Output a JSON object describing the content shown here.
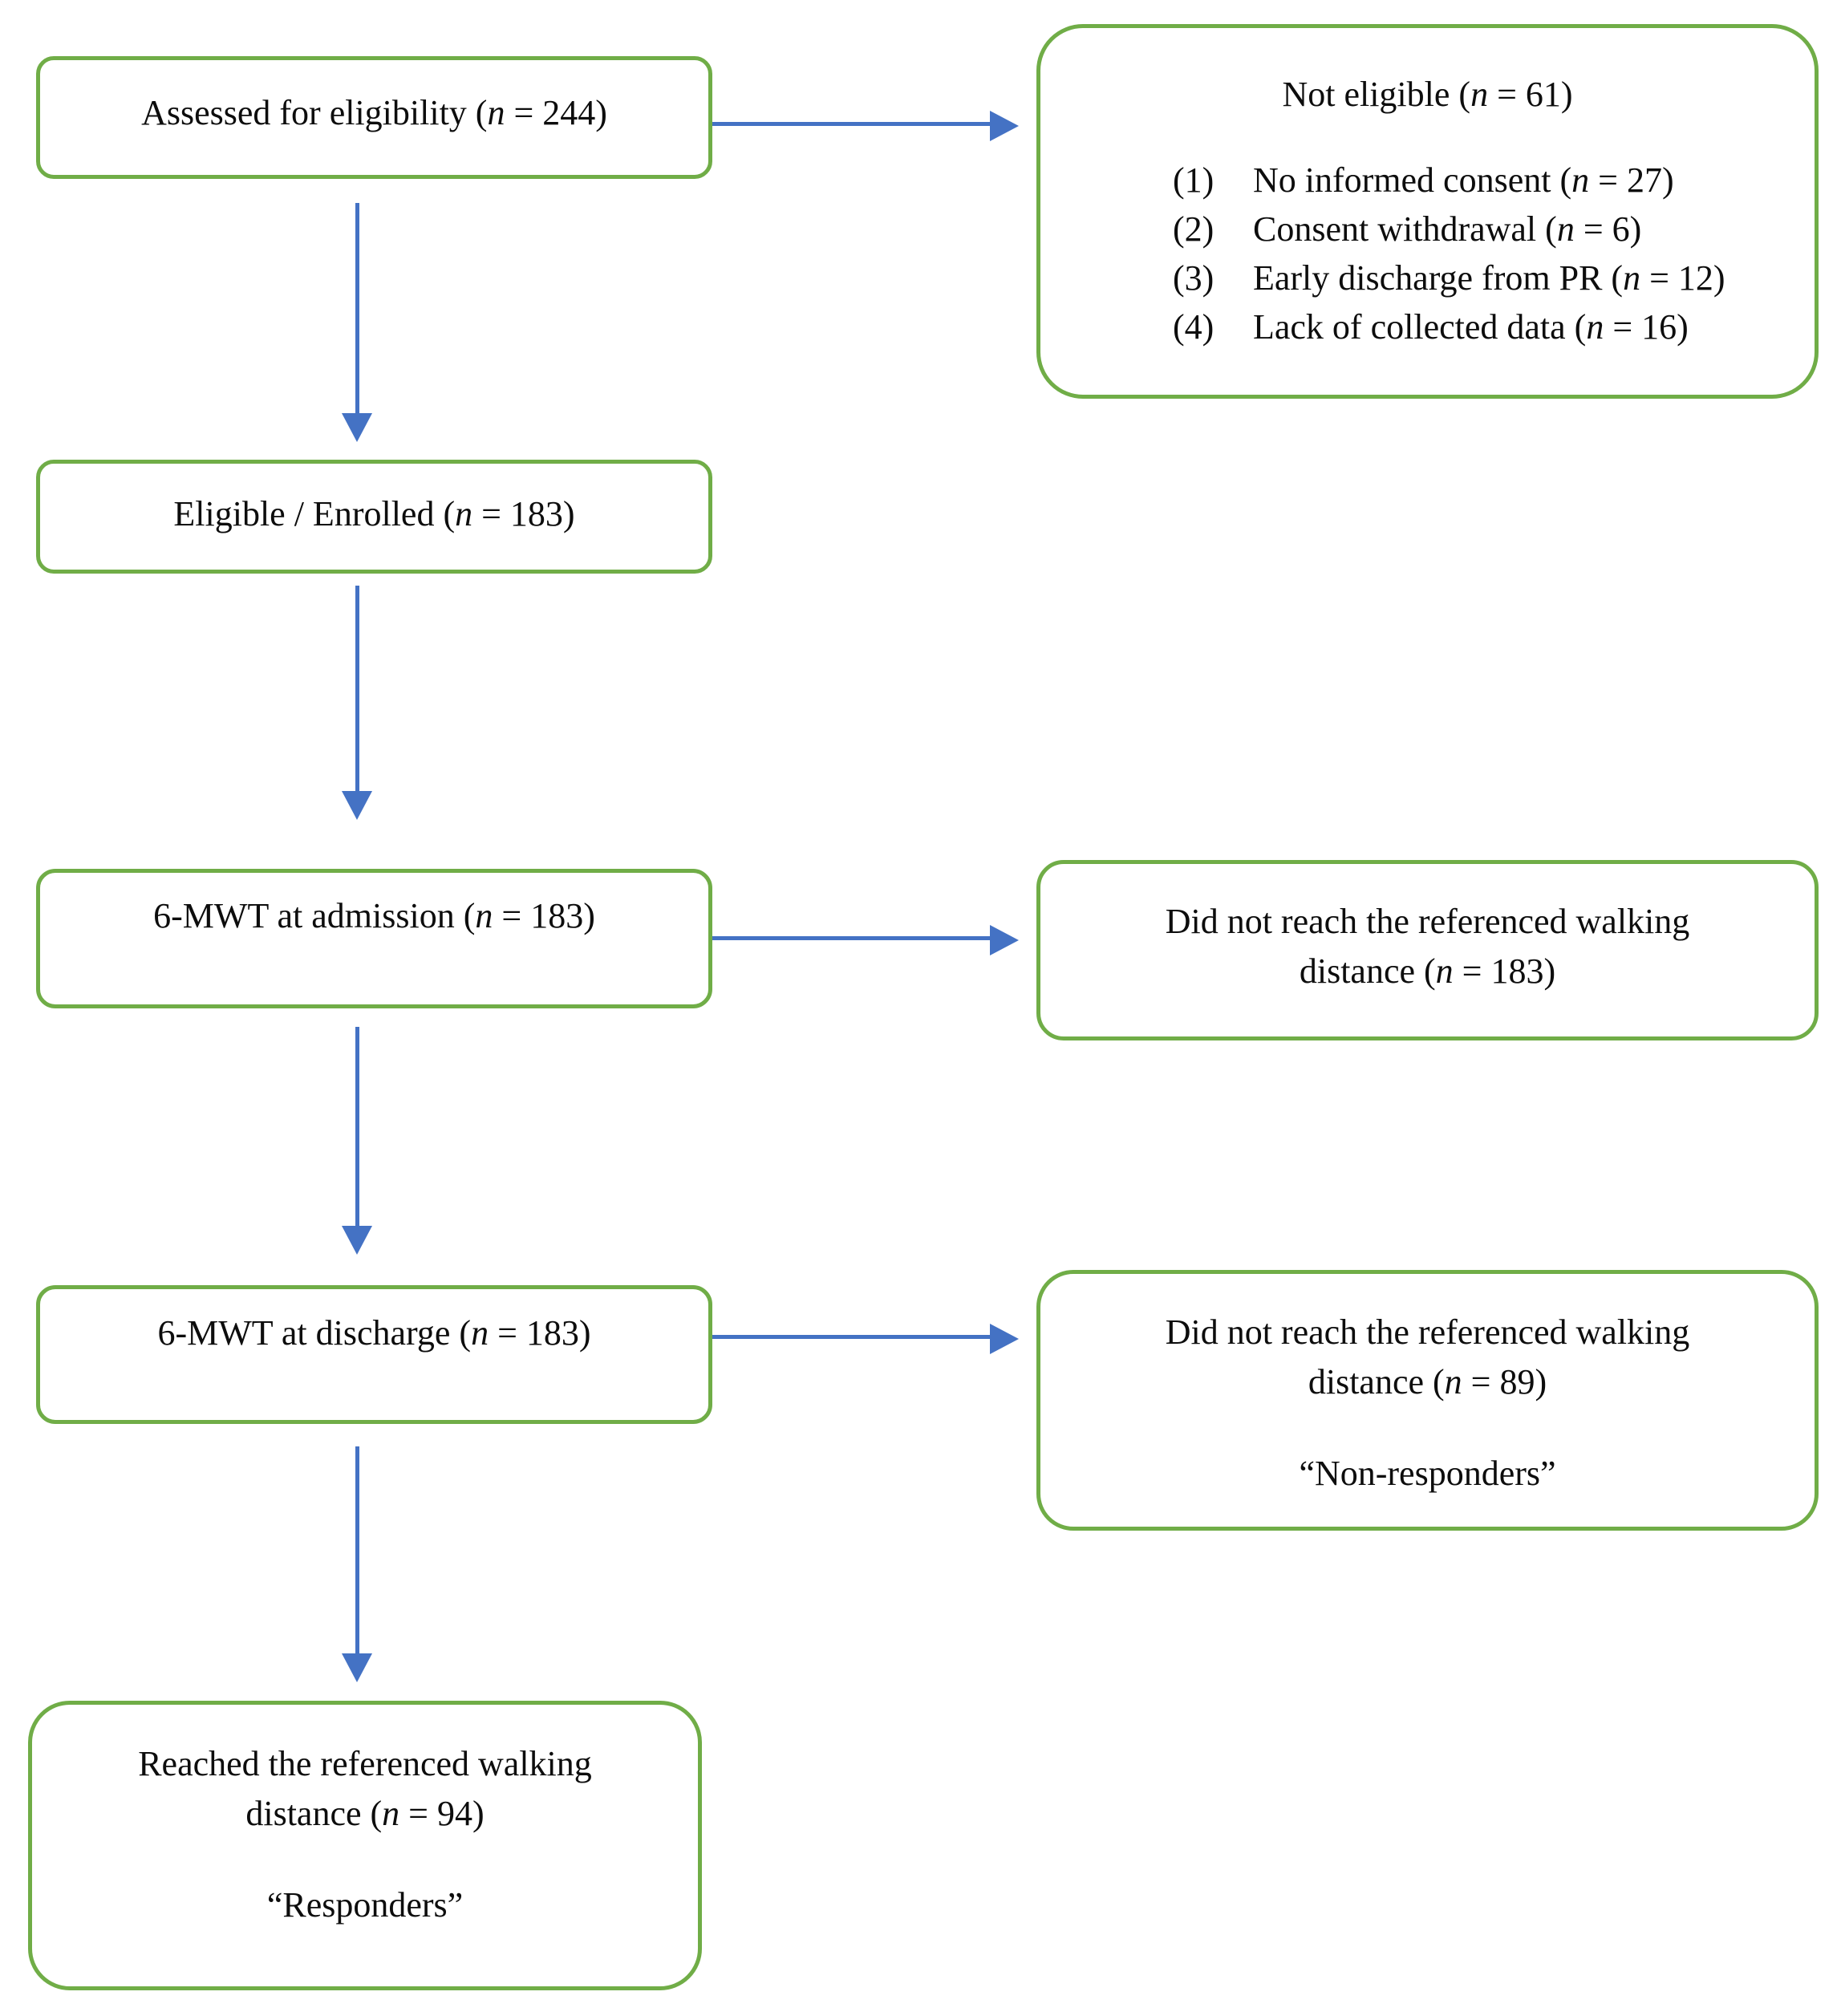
{
  "colors": {
    "border_green": "#70AD47",
    "arrow_blue": "#4472C4",
    "text": "#0d0d0d",
    "background": "#ffffff"
  },
  "nodes": {
    "assessed": {
      "pre": "Assessed for eligibility (",
      "var": "n",
      "post": " = 244)"
    },
    "not_eligible": {
      "title_pre": "Not eligible (",
      "title_var": "n",
      "title_post": " = 61)",
      "items": [
        {
          "num": "(1)",
          "pre": "No informed consent (",
          "var": "n",
          "post": " = 27)"
        },
        {
          "num": "(2)",
          "pre": "Consent withdrawal (",
          "var": "n",
          "post": " = 6)"
        },
        {
          "num": "(3)",
          "pre": "Early discharge from PR (",
          "var": "n",
          "post": " = 12)"
        },
        {
          "num": "(4)",
          "pre": "Lack of collected data (",
          "var": "n",
          "post": " = 16)"
        }
      ]
    },
    "eligible": {
      "pre": "Eligible / Enrolled (",
      "var": "n",
      "post": " = 183)"
    },
    "admission": {
      "pre": "6-MWT at admission (",
      "var": "n",
      "post": " = 183)"
    },
    "no_reach_admission": {
      "line1": "Did not reach the referenced walking",
      "pre": "distance (",
      "var": "n",
      "post": " = 183)"
    },
    "discharge": {
      "pre": "6-MWT at discharge (",
      "var": "n",
      "post": " = 183)"
    },
    "no_reach_discharge": {
      "line1": "Did not reach the referenced walking",
      "pre": "distance (",
      "var": "n",
      "post": " = 89)",
      "quote": "“Non-responders”"
    },
    "reached": {
      "line1": "Reached the referenced walking",
      "pre": "distance (",
      "var": "n",
      "post": " = 94)",
      "quote": "“Responders”"
    }
  }
}
